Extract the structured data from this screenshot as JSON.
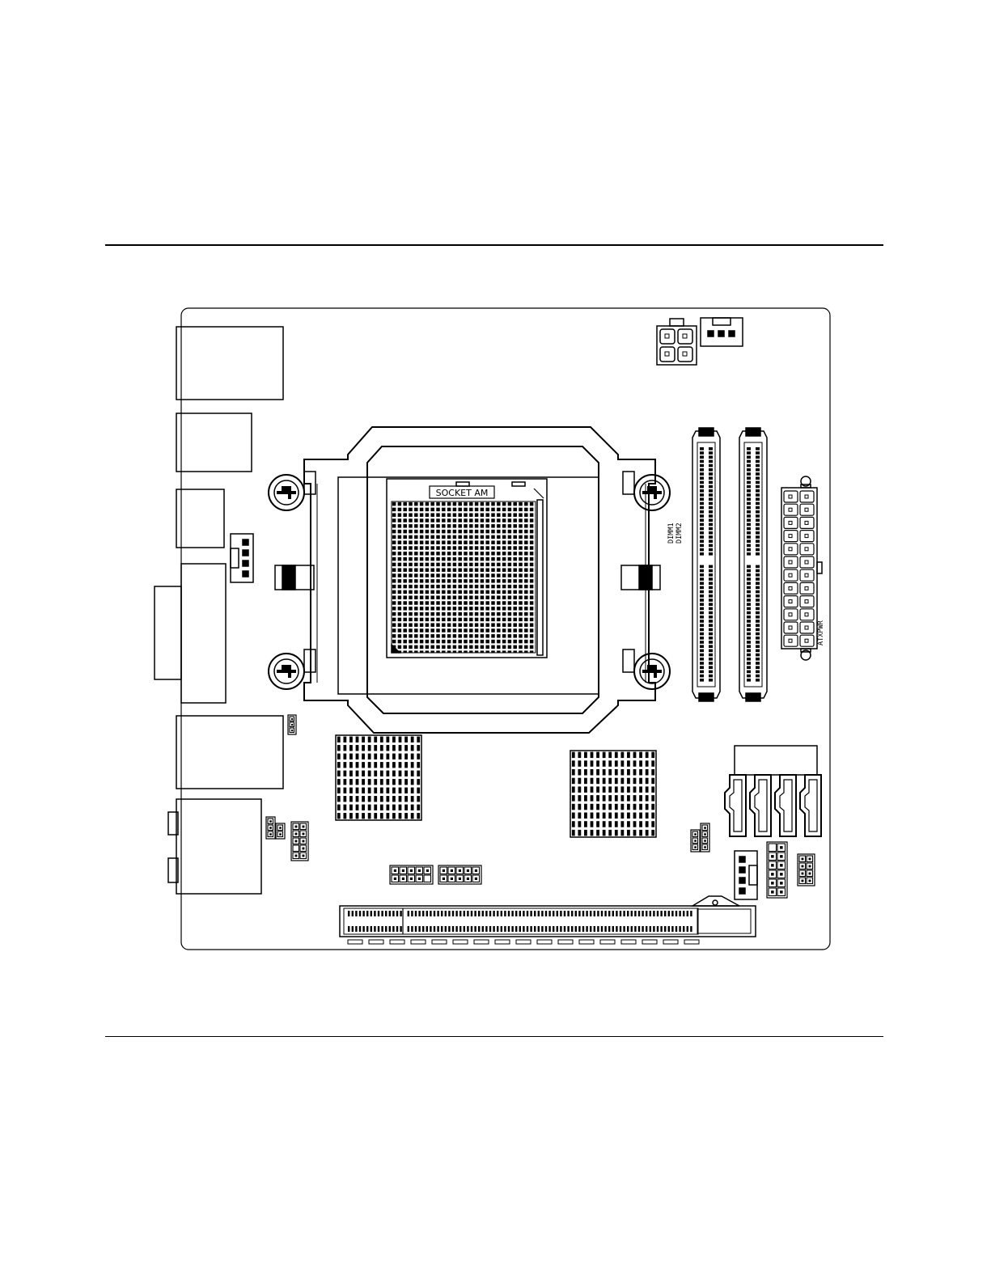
{
  "diagram": {
    "socket_label": "SOCKET AM",
    "dimm1_label": "DIMM1",
    "dimm2_label": "DIMM2",
    "power_label": "ATXPWR"
  }
}
